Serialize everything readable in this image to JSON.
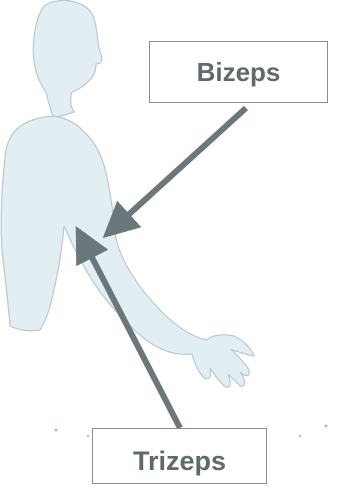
{
  "labels": {
    "bizeps": "Bizeps",
    "trizeps": "Trizeps"
  },
  "colors": {
    "figure_fill": "#e3eef3",
    "figure_stroke": "#b9c8cf",
    "arrow": "#6a777b",
    "label_text": "#5f6a6d",
    "box_border": "#8c8c8c"
  },
  "icons": {
    "figure": "human-torso-arm-outline",
    "arrows": "pointer-arrow"
  }
}
